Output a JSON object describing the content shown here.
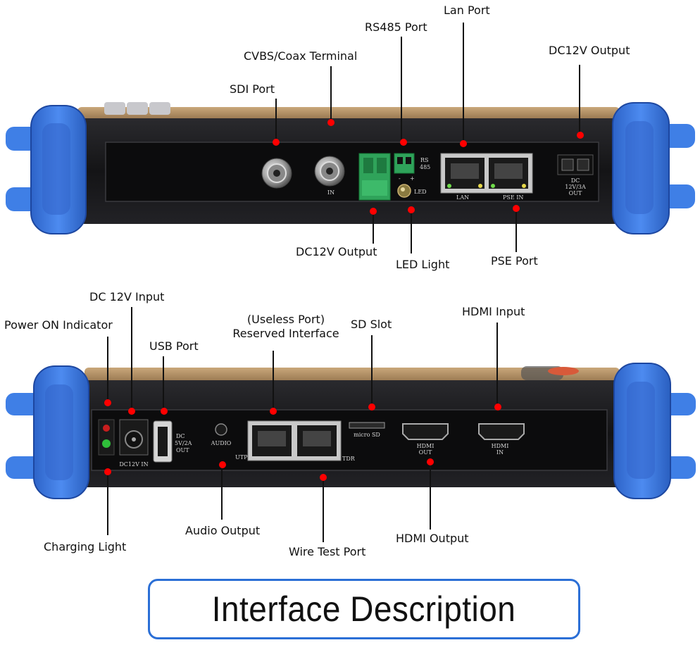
{
  "title": "Interface Description",
  "top_panel": {
    "callouts": {
      "lan_port": "Lan Port",
      "rs485_port": "RS485 Port",
      "cvbs_coax": "CVBS/Coax Terminal",
      "dc12v_output_right": "DC12V Output",
      "sdi_port": "SDI Port",
      "dc12v_output_bottom": "DC12V Output",
      "led_light": "LED Light",
      "pse_port": "PSE Port"
    },
    "port_labels": {
      "bnc_in": "IN",
      "rs485_line1": "RS",
      "rs485_line2": "485",
      "minus": "-",
      "plus": "+",
      "led": "LED",
      "lan": "LAN",
      "pse_in": "PSE IN",
      "dc_line1": "DC",
      "dc_line2": "12V/3A",
      "dc_line3": "OUT"
    }
  },
  "bottom_panel": {
    "callouts": {
      "dc12v_input": "DC 12V Input",
      "power_on": "Power ON Indicator",
      "usb_port": "USB Port",
      "reserved_line1": "(Useless Port)",
      "reserved_line2": "Reserved Interface",
      "sd_slot": "SD Slot",
      "hdmi_input": "HDMI Input",
      "audio_output": "Audio Output",
      "charging_light": "Charging Light",
      "wire_test": "Wire Test Port",
      "hdmi_output": "HDMI Output"
    },
    "port_labels": {
      "dc12v_in": "DC12V IN",
      "usb_line1": "DC",
      "usb_line2": "5V/2A",
      "usb_line3": "OUT",
      "audio": "AUDIO",
      "utp": "UTP",
      "tdr": "TDR",
      "micro_sd": "micro SD",
      "hdmi_out_1": "HDMI",
      "hdmi_out_2": "OUT",
      "hdmi_in_1": "HDMI",
      "hdmi_in_2": "IN"
    }
  },
  "colors": {
    "accent_blue": "#2b6fd6",
    "bumper_blue": "#3d7ae0",
    "marker_red": "#ff0000",
    "body_dark": "#1c1c1e",
    "body_gold": "#b08a5a"
  }
}
